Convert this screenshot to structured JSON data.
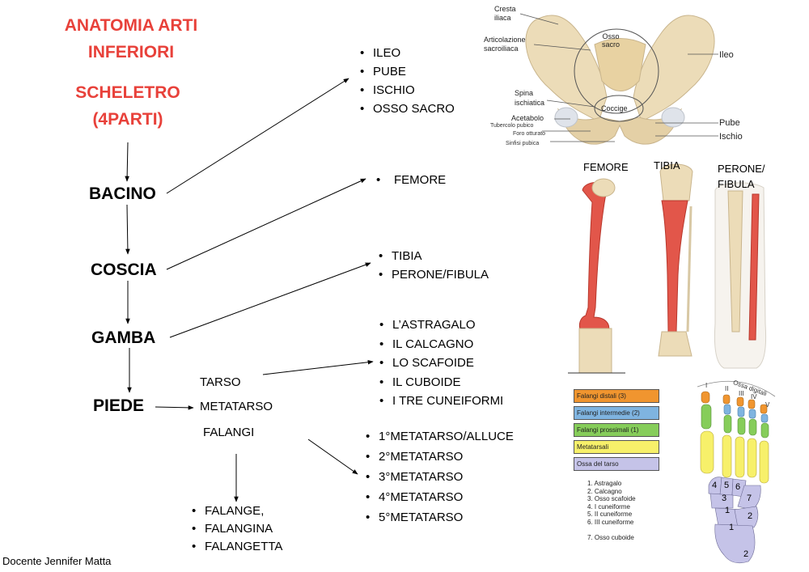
{
  "title": {
    "line1": "ANATOMIA ARTI",
    "line2": "INFERIORI"
  },
  "subtitle": {
    "line1": "SCHELETRO",
    "line2": "(4PARTI)"
  },
  "regions": {
    "bacino": "BACINO",
    "coscia": "COSCIA",
    "gamba": "GAMBA",
    "piede": "PIEDE"
  },
  "foot_parts": {
    "tarso": "TARSO",
    "metatarso": "METATARSO",
    "falangi": "FALANGI"
  },
  "lists": {
    "bacino": [
      "ILEO",
      "PUBE",
      "ISCHIO",
      "OSSO SACRO"
    ],
    "coscia": [
      "FEMORE"
    ],
    "gamba": [
      "TIBIA",
      "PERONE/FIBULA"
    ],
    "tarso": [
      "L’ASTRAGALO",
      "IL CALCAGNO",
      "LO SCAFOIDE",
      "IL CUBOIDE",
      "I TRE CUNEIFORMI"
    ],
    "metatarso": [
      "1°METATARSO/ALLUCE",
      "2°METATARSO",
      "3°METATARSO",
      "4°METATARSO",
      "5°METATARSO"
    ],
    "falangi": [
      "FALANGE,",
      "FALANGINA",
      "FALANGETTA"
    ]
  },
  "pelvis_labels": {
    "cresta": "Cresta iliaca",
    "articolazione": "Articolazione sacroiliaca",
    "osso_sacro": "Osso sacro",
    "ileo": "Ileo",
    "spina": "Spina ischiatica",
    "coccige": "Coccige",
    "acetabolo": "Acetabolo",
    "tubercolo": "Tubercolo pubico",
    "foro": "Foro otturato",
    "sinfisi": "Sinfisi pubica",
    "pube": "Pube",
    "ischio": "Ischio"
  },
  "leg_labels": {
    "femore": "FEMORE",
    "tibia": "TIBIA",
    "perone_l1": "PERONE/",
    "perone_l2": "FIBULA"
  },
  "foot_legend": [
    {
      "label": "Falangi distali (3)",
      "color": "#f0952f"
    },
    {
      "label": "Falangi intermedie (2)",
      "color": "#7fb4e0"
    },
    {
      "label": "Falangi prossimali (1)",
      "color": "#86cd5a"
    },
    {
      "label": "Metatarsali",
      "color": "#f7f06a"
    },
    {
      "label": "Ossa del tarso",
      "color": "#c5c3e8"
    }
  ],
  "foot_numbers": [
    "1. Astragalo",
    "2. Calcagno",
    "3. Osso scafoide",
    "4. I cuneiforme",
    "5. II cuneiforme",
    "6. III cuneiforme",
    "7. Osso cuboide"
  ],
  "foot_diagram": {
    "ossa_digitali": "Ossa digitali",
    "roman": [
      "I",
      "II",
      "III",
      "IV",
      "V"
    ],
    "bone_numbers": [
      "4",
      "5",
      "6",
      "3",
      "7",
      "1",
      "2",
      "1",
      "2"
    ]
  },
  "footer": "Docente Jennifer Matta",
  "colors": {
    "title_red": "#e8413a",
    "bone": "#ecdcb8",
    "bone_red": "#e2564a"
  }
}
